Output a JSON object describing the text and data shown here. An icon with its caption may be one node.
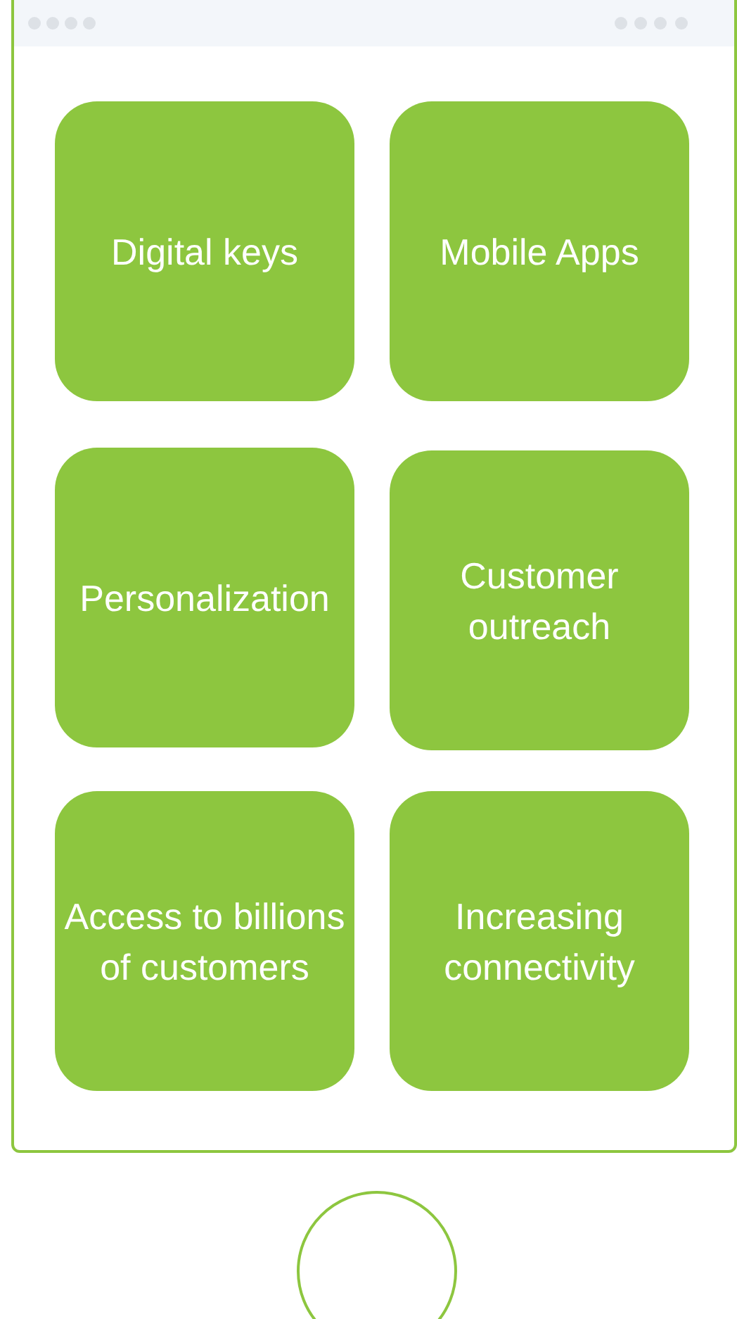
{
  "diagram": {
    "nodes": [
      {
        "text": [
          "Digital keys"
        ]
      },
      {
        "text": [
          "Mobile Apps"
        ]
      },
      {
        "text": [
          "Personalization"
        ]
      },
      {
        "text": [
          "Customer outreach"
        ]
      },
      {
        "text": [
          "Access to billions of customers"
        ]
      },
      {
        "text": [
          "Increasing connectivity"
        ]
      }
    ]
  }
}
